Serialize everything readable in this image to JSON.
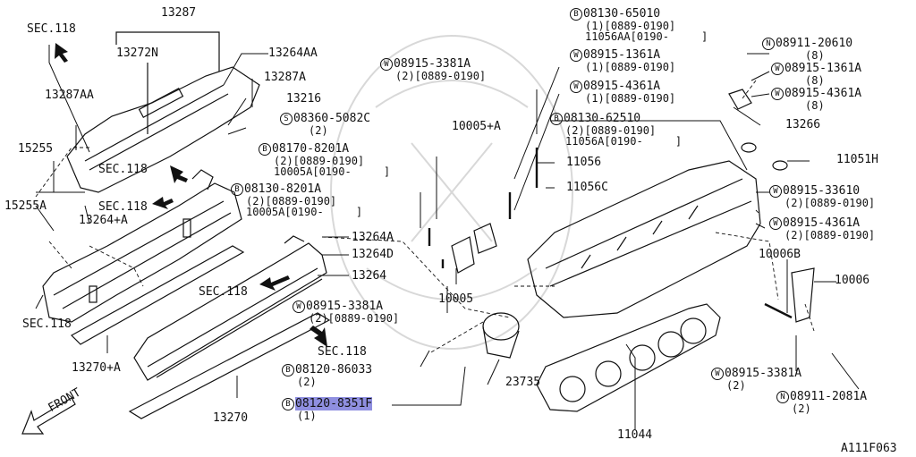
{
  "diagram_id": "A111F063",
  "front_label": "FRONT",
  "sec": [
    "SEC.118",
    "SEC.118",
    "SEC.118",
    "SEC.118",
    "SEC.118",
    "SEC.118"
  ],
  "parts": {
    "p13287": "13287",
    "p13272N": "13272N",
    "p13287AA": "13287AA",
    "p15255": "15255",
    "p15255A": "15255A",
    "p13264A_plus": "13264+A",
    "p13264AA": "13264AA",
    "p13287A": "13287A",
    "p13216": "13216",
    "p13264A": "13264A",
    "p13264D": "13264D",
    "p13264": "13264",
    "p13270A": "13270+A",
    "p13270": "13270",
    "p10005A": "10005+A",
    "p10005": "10005",
    "p23735": "23735",
    "p11044": "11044",
    "p11056": "11056",
    "p11056C": "11056C",
    "p11051H": "11051H",
    "p13266": "13266",
    "p10006B": "10006B",
    "p10006": "10006"
  },
  "callouts": {
    "s08360": {
      "sym": "S",
      "no": "08360-5082C",
      "qty": "(2)"
    },
    "b08170": {
      "sym": "B",
      "no": "08170-8201A",
      "l2": "(2)[0889-0190]",
      "l3": "10005A[0190-     ]"
    },
    "b08130a": {
      "sym": "B",
      "no": "08130-8201A",
      "l2": "(2)[0889-0190]",
      "l3": "10005A[0190-     ]"
    },
    "w08915a": {
      "sym": "W",
      "no": "08915-3381A",
      "l2": "(2)[0889-0190]"
    },
    "w08915b": {
      "sym": "W",
      "no": "08915-3381A",
      "l2": "(2)[0889-0190]"
    },
    "b08130b": {
      "sym": "B",
      "no": "08130-65010",
      "l2": "(1)[0889-0190]",
      "l3": "11056AA[0190-     ]"
    },
    "w08915c": {
      "sym": "W",
      "no": "08915-1361A",
      "l2": "(1)[0889-0190]"
    },
    "w08915d": {
      "sym": "W",
      "no": "08915-4361A",
      "l2": "(1)[0889-0190]"
    },
    "b08130c": {
      "sym": "B",
      "no": "08130-62510",
      "l2": "(2)[0889-0190]",
      "l3": "11056A[0190-     ]"
    },
    "n08911a": {
      "sym": "N",
      "no": "08911-20610",
      "qty": "(8)"
    },
    "w08915e": {
      "sym": "W",
      "no": "08915-1361A",
      "qty": "(8)"
    },
    "w08915f": {
      "sym": "W",
      "no": "08915-4361A",
      "qty": "(8)"
    },
    "w08915g": {
      "sym": "W",
      "no": "08915-33610",
      "l2": "(2)[0889-0190]"
    },
    "w08915h": {
      "sym": "W",
      "no": "08915-4361A",
      "l2": "(2)[0889-0190]"
    },
    "b08120a": {
      "sym": "B",
      "no": "08120-86033",
      "qty": "(2)"
    },
    "b08120b": {
      "sym": "B",
      "no": "08120-8351F",
      "qty": "(1)"
    },
    "w08915i": {
      "sym": "W",
      "no": "08915-3381A",
      "qty": "(2)"
    },
    "n08911b": {
      "sym": "N",
      "no": "08911-2081A",
      "qty": "(2)"
    }
  },
  "colors": {
    "line": "#111111",
    "highlight": "#8f8fe0",
    "watermark": "#cccccc"
  }
}
